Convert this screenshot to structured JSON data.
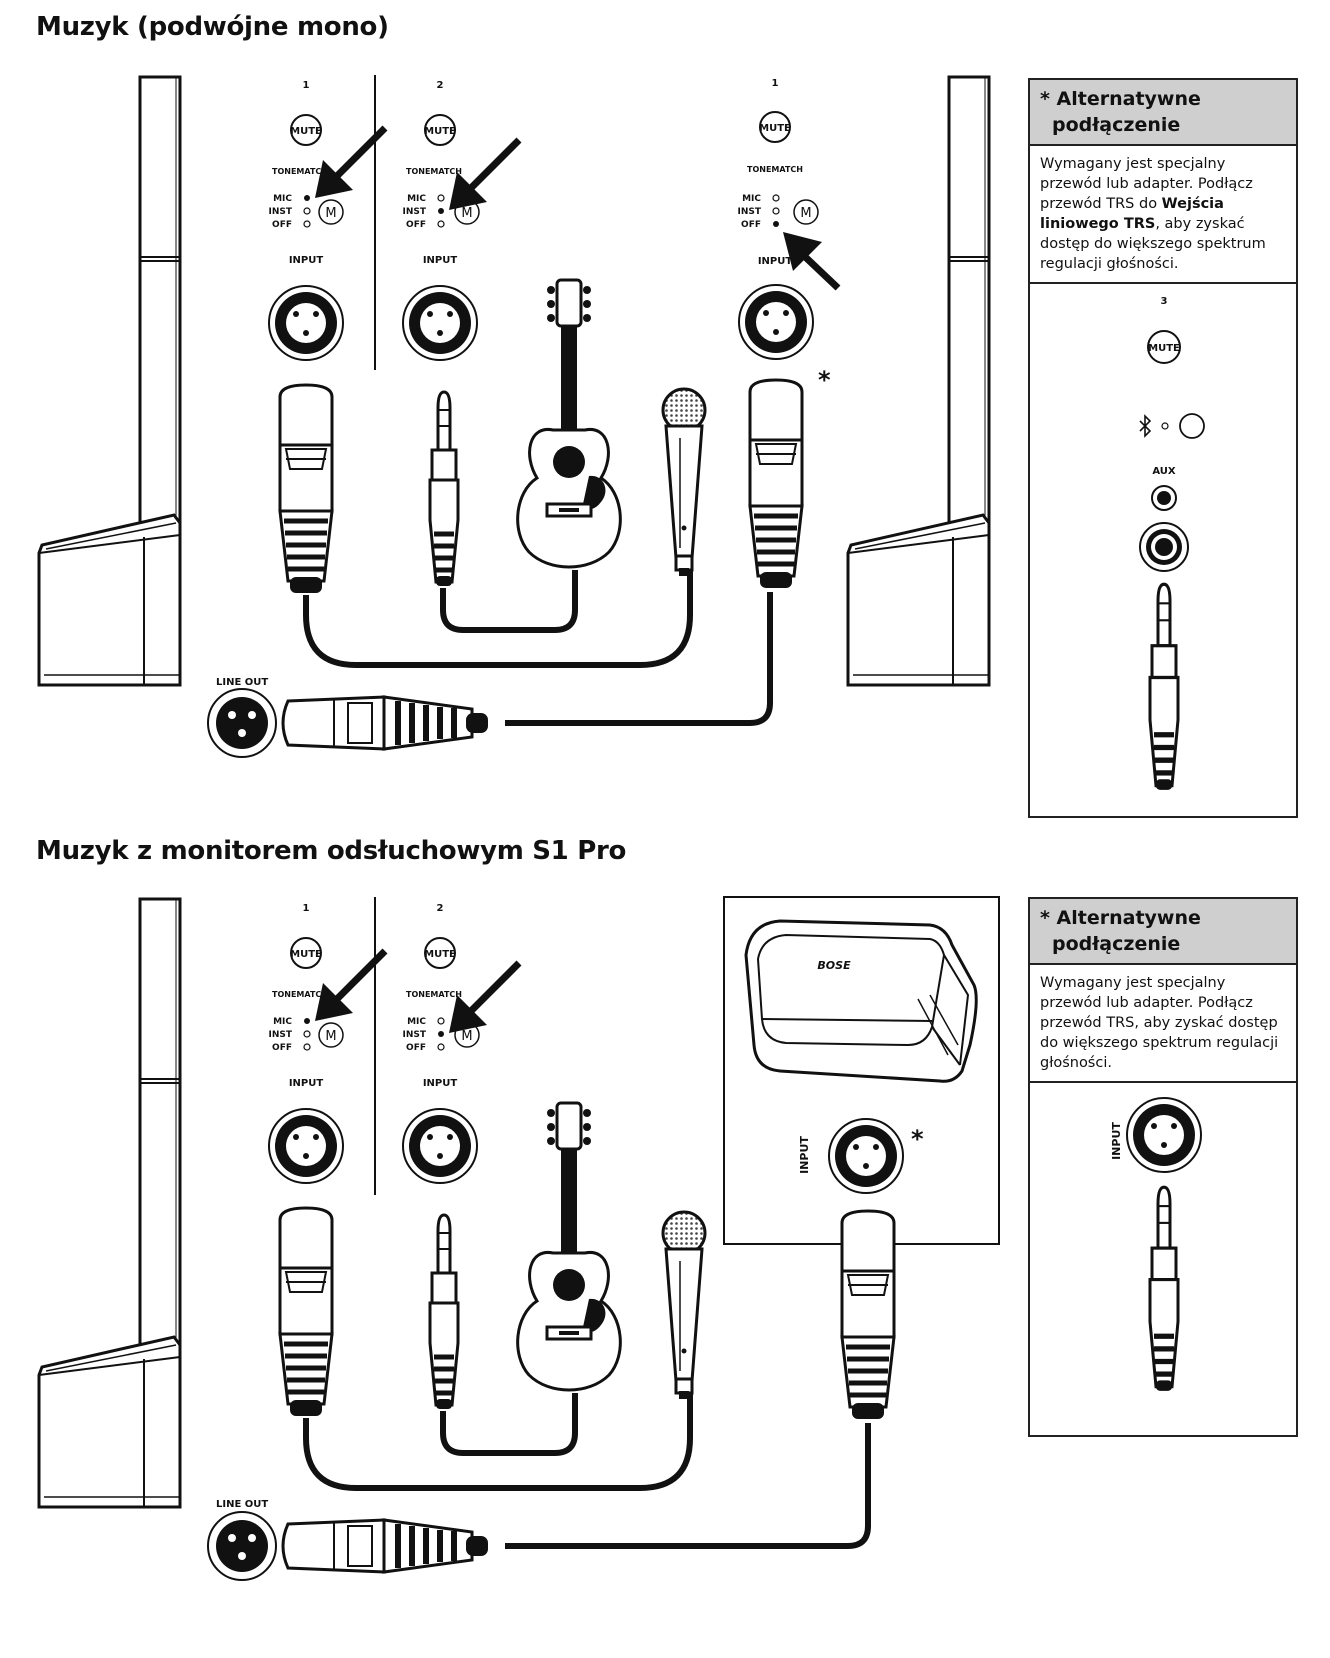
{
  "section1": {
    "title": "Muzyk (podwójne mono)",
    "channel1_number": "1",
    "channel2_number": "2",
    "channel_single_number": "1",
    "mute_label": "MUTE",
    "tonematch_label": "TONEMATCH",
    "mode_mic": "MIC",
    "mode_inst": "INST",
    "mode_off": "OFF",
    "input_label": "INPUT",
    "line_out_label": "LINE OUT",
    "asterisk": "*",
    "alt": {
      "title_line1": "* Alternatywne",
      "title_line2": "podłączenie",
      "body_part1": "Wymagany jest specjalny przewód lub adapter. Podłącz przewód TRS do ",
      "body_bold": "Wejścia liniowego TRS",
      "body_part2": ", aby zyskać dostęp do większego spektrum regulacji głośności.",
      "channel3_number": "3",
      "aux_label": "AUX"
    }
  },
  "section2": {
    "title": "Muzyk z monitorem odsłuchowym S1 Pro",
    "channel1_number": "1",
    "channel2_number": "2",
    "mute_label": "MUTE",
    "tonematch_label": "TONEMATCH",
    "mode_mic": "MIC",
    "mode_inst": "INST",
    "mode_off": "OFF",
    "input_label": "INPUT",
    "line_out_label": "LINE OUT",
    "monitor_input_label": "INPUT",
    "brand_label": "BOSE",
    "asterisk": "*",
    "alt": {
      "title_line1": "* Alternatywne",
      "title_line2": "podłączenie",
      "body": "Wymagany jest specjalny przewód lub adapter. Podłącz przewód TRS, aby zyskać dostęp do większego spektrum regulacji głośności.",
      "input_label": "INPUT"
    }
  }
}
